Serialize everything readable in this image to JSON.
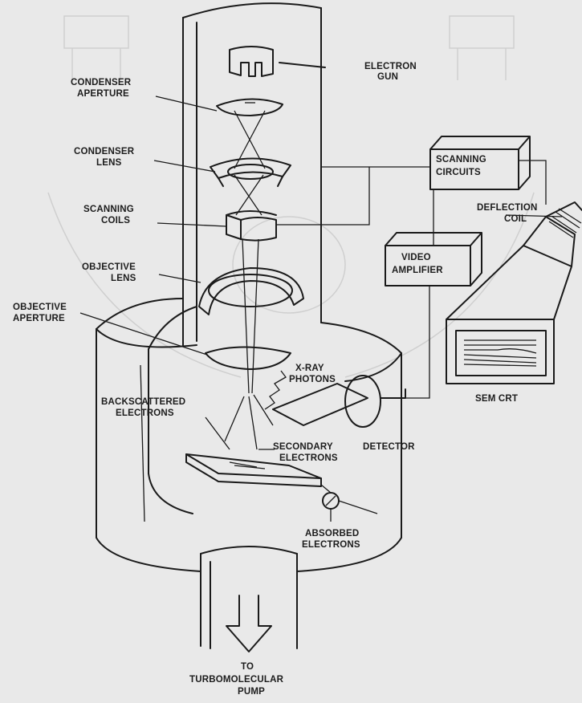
{
  "labels": {
    "electron_gun": [
      "ELECTRON",
      "GUN"
    ],
    "condenser_aperture": [
      "CONDENSER",
      "APERTURE"
    ],
    "condenser_lens": [
      "CONDENSER",
      "LENS"
    ],
    "scanning_coils": [
      "SCANNING",
      "COILS"
    ],
    "objective_lens": [
      "OBJECTIVE",
      "LENS"
    ],
    "objective_aperture": [
      "OBJECTIVE",
      "APERTURE"
    ],
    "scanning_circuits": [
      "SCANNING",
      "CIRCUITS"
    ],
    "deflection_coil": [
      "DEFLECTION",
      "COIL"
    ],
    "video_amplifier": [
      "VIDEO",
      "AMPLIFIER"
    ],
    "sem_crt": "SEM CRT",
    "xray_photons": [
      "X-RAY",
      "PHOTONS"
    ],
    "backscattered_electrons": [
      "BACKSCATTERED",
      "ELECTRONS"
    ],
    "secondary_electrons": [
      "SECONDARY",
      "ELECTRONS"
    ],
    "detector": "DETECTOR",
    "absorbed_electrons": [
      "ABSORBED",
      "ELECTRONS"
    ],
    "pump": [
      "TO",
      "TURBOMOLECULAR",
      "PUMP"
    ]
  },
  "colors": {
    "background": "#e9e9e9",
    "ink": "#1a1a1a"
  }
}
